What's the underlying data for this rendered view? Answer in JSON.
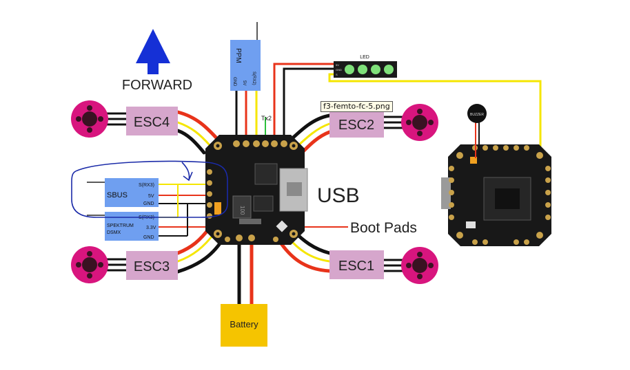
{
  "title": "",
  "labels": {
    "forward": "FORWARD",
    "usb": "USB",
    "boot_pads": "Boot Pads",
    "battery": "Battery",
    "led": "LED",
    "buzzer": "BUZZER",
    "tx2": "Tx2",
    "ppm": "PPM",
    "ppm_pins": [
      "GND",
      "5V",
      "S(RX2)"
    ],
    "led_pins": [
      "5V",
      "GND",
      "S"
    ],
    "sbus": "SBUS",
    "sbus_pins": [
      "S(RX3)",
      "5V",
      "GND"
    ],
    "spektrum": "SPEKTRUM",
    "spektrum_sub": "DSMX",
    "spektrum_pins": [
      "S(RX3)",
      "3.3V",
      "GND"
    ],
    "fc_text": "100"
  },
  "escs": [
    {
      "id": "esc4",
      "label": "ESC4"
    },
    {
      "id": "esc2",
      "label": "ESC2"
    },
    {
      "id": "esc3",
      "label": "ESC3"
    },
    {
      "id": "esc1",
      "label": "ESC1"
    }
  ],
  "tooltip": "f3-femto-fc-5.png",
  "colors": {
    "motor": "#d8157e",
    "esc": "#d6a6cc",
    "receiver": "#6f9ff0",
    "battery": "#f5c400",
    "board": "#181818",
    "pad": "#c9a24a",
    "led_green": "#7fe07a",
    "wire_red": "#e8331a",
    "wire_yellow": "#f5e600",
    "wire_black": "#111111",
    "arrow": "#1530d6",
    "annotation": "#1a2aa8"
  }
}
